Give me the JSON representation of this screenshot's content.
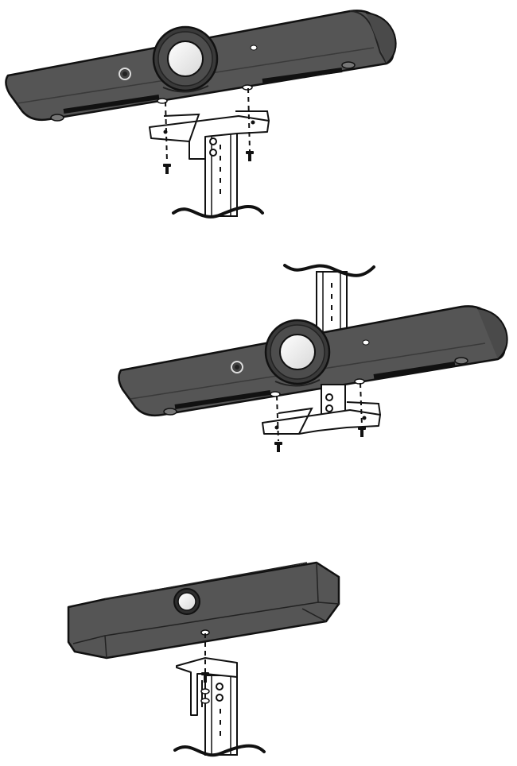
{
  "figure": {
    "panels": [
      {
        "id": "panel-1",
        "device": "soundbar-camera",
        "mount": "pole-below",
        "screws": 2
      },
      {
        "id": "panel-2",
        "device": "soundbar-camera",
        "mount": "pole-above",
        "screws": 2
      },
      {
        "id": "panel-3",
        "device": "compact-camera-bar",
        "mount": "pole-below",
        "screws": 1
      }
    ],
    "colors": {
      "device_body": "#5a5a5a",
      "device_dark": "#3c3c3c",
      "outline": "#111111",
      "bracket": "#ffffff",
      "background": "#ffffff"
    }
  }
}
